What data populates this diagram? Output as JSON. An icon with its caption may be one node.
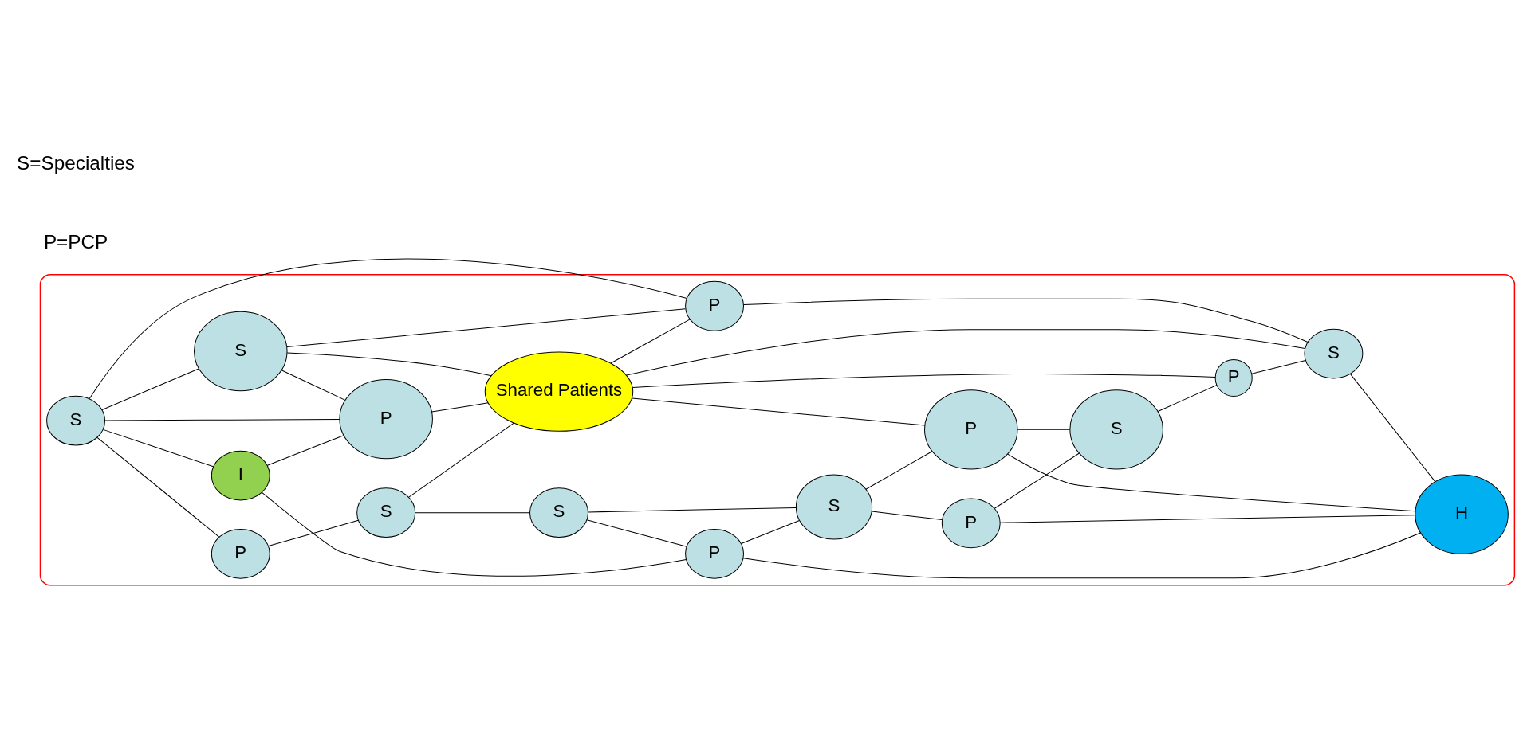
{
  "diagram": {
    "nodes": [
      {
        "text": [],
        "shape": "ellipse"
      },
      {
        "text": [
          "S"
        ],
        "in": 0
      },
      {
        "text": [
          "S"
        ],
        "in": 0
      },
      {
        "text": [
          "I"
        ],
        "in": 0
      },
      {
        "text": [
          "S"
        ],
        "in": 0
      },
      {
        "text": [
          "P"
        ],
        "in": 0
      },
      {
        "text": [
          "S"
        ],
        "in": 0
      },
      {
        "text": [
          "P"
        ],
        "in": 0
      },
      {
        "text": [
          "P"
        ],
        "in": 0
      },
      {
        "text": [
          "S"
        ],
        "in": 0
      },
      {
        "text": [
          "P"
        ],
        "in": 0
      },
      {
        "text": [
          "P"
        ],
        "in": 0
      },
      {
        "text": [
          "Shared Patients"
        ],
        "in": 0
      },
      {
        "text": [
          "H"
        ],
        "in": 0
      },
      {
        "text": [
          "S"
        ],
        "in": 0
      },
      {
        "text": [
          "P"
        ],
        "in": 0
      },
      {
        "text": [
          "P"
        ],
        "in": 0
      },
      {
        "text": [
          "S"
        ],
        "in": 0
      }
    ],
    "edges": [
      {
        "from": 2,
        "to": 1,
        "arrow": "none"
      },
      {
        "from": 1,
        "to": 4,
        "arrow": "none"
      },
      {
        "from": 1,
        "to": 7,
        "arrow": "none"
      },
      {
        "from": 4,
        "to": 5,
        "arrow": "none"
      },
      {
        "from": 7,
        "to": 4,
        "arrow": "none"
      },
      {
        "from": 4,
        "to": 8,
        "arrow": "none"
      },
      {
        "from": 5,
        "to": 9,
        "arrow": "none"
      },
      {
        "from": 5,
        "to": 13,
        "arrow": "none"
      },
      {
        "from": 8,
        "to": 9,
        "arrow": "none"
      },
      {
        "from": 9,
        "to": 15,
        "arrow": "none"
      },
      {
        "from": 6,
        "to": 3,
        "arrow": "none"
      },
      {
        "from": 3,
        "to": 7,
        "arrow": "none"
      },
      {
        "from": 3,
        "to": 10,
        "arrow": "none"
      },
      {
        "from": 2,
        "to": 12,
        "arrow": "none"
      },
      {
        "from": 11,
        "to": 2,
        "arrow": "none"
      },
      {
        "from": 6,
        "to": 11,
        "arrow": "none"
      },
      {
        "from": 6,
        "to": 14,
        "arrow": "none"
      },
      {
        "from": 6,
        "to": 10,
        "arrow": "none"
      },
      {
        "from": 6,
        "to": 16,
        "arrow": "none"
      },
      {
        "from": 14,
        "to": 10,
        "arrow": "none"
      },
      {
        "from": 10,
        "to": 12,
        "arrow": "none"
      },
      {
        "from": 14,
        "to": 12,
        "arrow": "none"
      },
      {
        "from": 14,
        "to": 16,
        "arrow": "none"
      },
      {
        "from": 12,
        "to": 8,
        "arrow": "none"
      },
      {
        "from": 7,
        "to": 13,
        "arrow": "none"
      },
      {
        "from": 8,
        "to": 13,
        "arrow": "none"
      },
      {
        "from": 12,
        "to": 15,
        "arrow": "none"
      },
      {
        "from": 12,
        "to": 16,
        "arrow": "none"
      },
      {
        "from": 12,
        "to": 17,
        "arrow": "none"
      },
      {
        "from": 15,
        "to": 17,
        "arrow": "none"
      },
      {
        "from": 17,
        "to": 13,
        "arrow": "none"
      },
      {
        "from": 16,
        "to": 17,
        "arrow": "none"
      }
    ],
    "labels": [
      "P=PCP",
      "S=Specialties"
    ]
  }
}
